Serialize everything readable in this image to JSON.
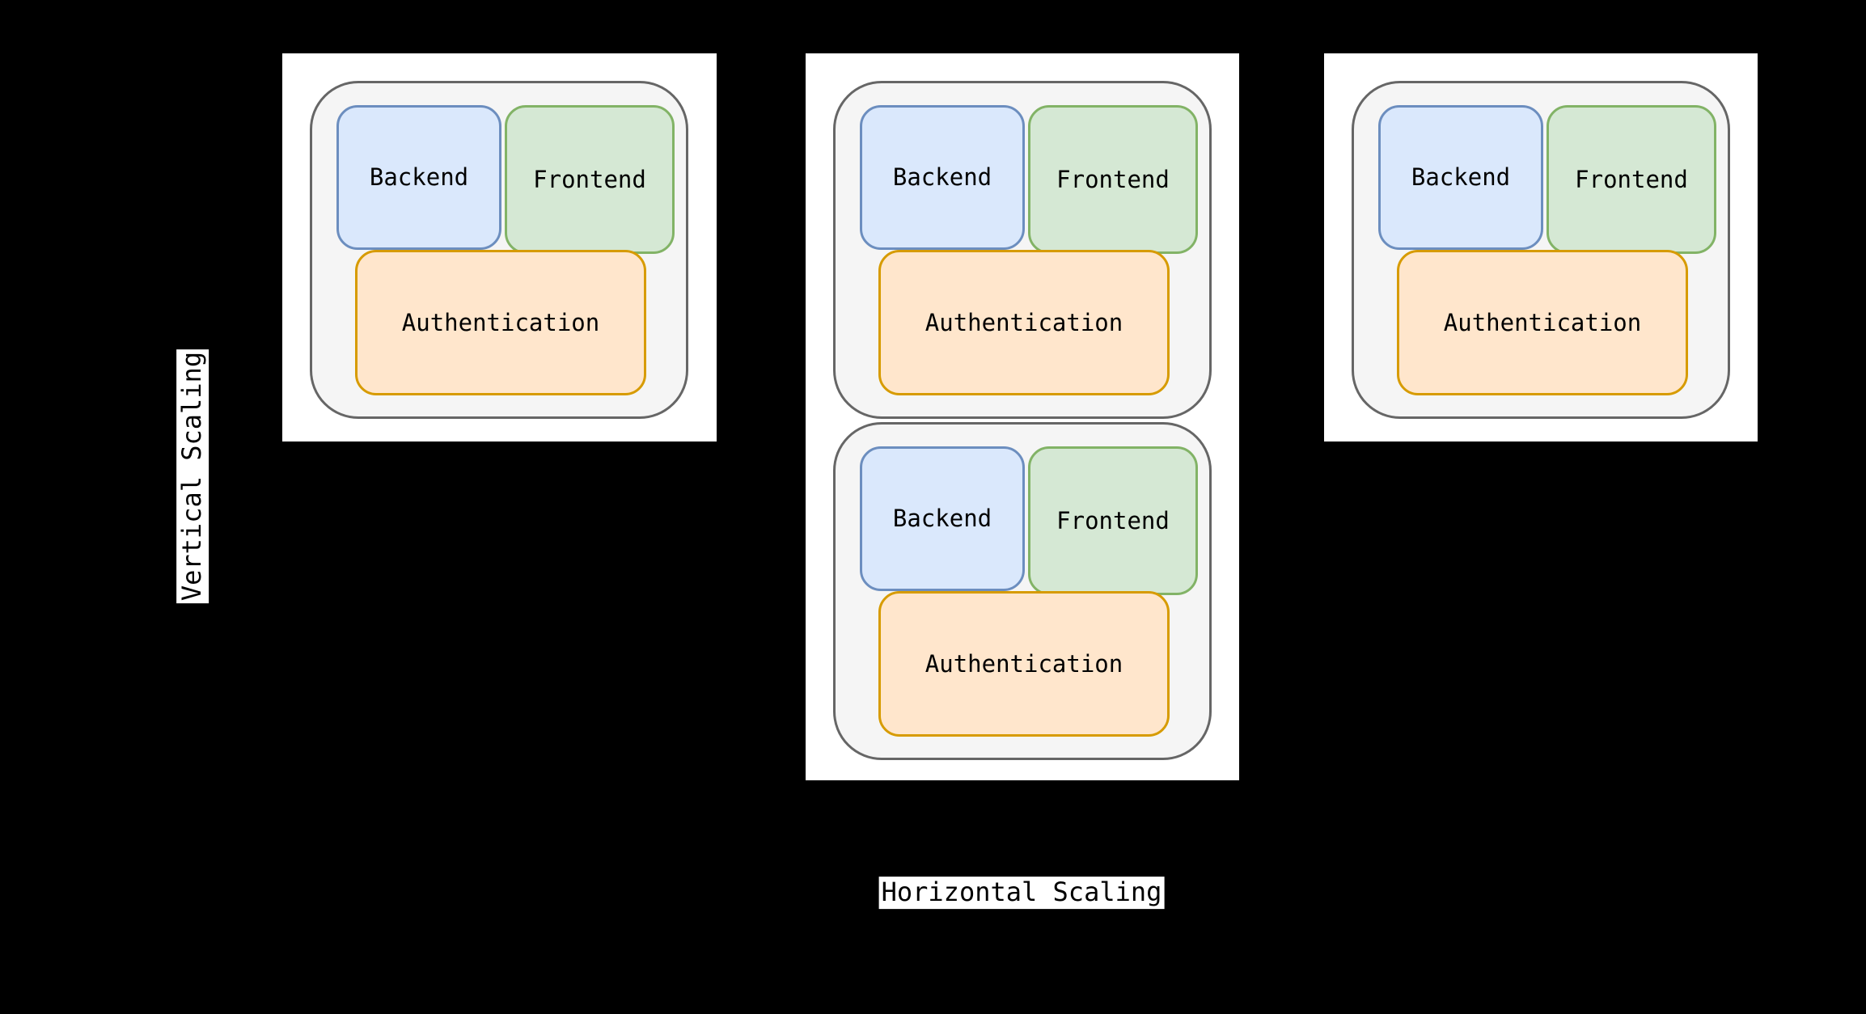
{
  "labels": {
    "backend": "Backend",
    "frontend": "Frontend",
    "authentication": "Authentication",
    "vertical_axis": "Vertical Scaling",
    "horizontal_axis": "Horizontal Scaling"
  },
  "colors": {
    "background": "#000000",
    "tile_bg": "#ffffff",
    "container_fill": "#f5f5f5",
    "container_stroke": "#666666",
    "backend_fill": "#dae8fc",
    "backend_stroke": "#6c8ebf",
    "frontend_fill": "#d5e8d4",
    "frontend_stroke": "#82b366",
    "auth_fill": "#ffe6cc",
    "auth_stroke": "#d79b00",
    "text_color": "#000000"
  },
  "structure": {
    "vertical_column_groups": 1,
    "horizontal_column_groups": 2,
    "right_column_groups": 1
  }
}
